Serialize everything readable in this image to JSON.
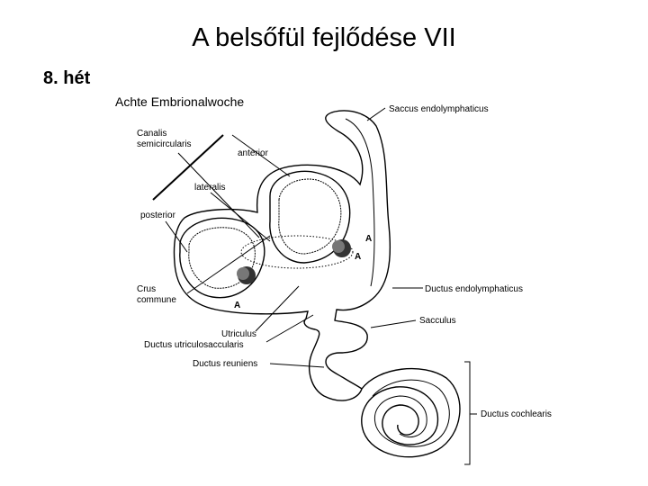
{
  "slide": {
    "title": "A belsőfül fejlődése VII",
    "week_label": "8. hét"
  },
  "figure": {
    "heading": "Achte Embrionalwoche",
    "labels": {
      "canalis": "Canalis",
      "semicircularis": "semicircularis",
      "anterior": "anterior",
      "lateralis": "lateralis",
      "posterior": "posterior",
      "crus": "Crus",
      "commune": "commune",
      "utriculus": "Utriculus",
      "ductus_utriculosaccularis": "Ductus utriculosaccularis",
      "ductus_reuniens": "Ductus reuniens",
      "saccus_endolymphaticus": "Saccus endolymphaticus",
      "ductus_endolymphaticus": "Ductus endolymphaticus",
      "sacculus": "Sacculus",
      "ductus_cochlearis": "Ductus cochlearis"
    },
    "ampulla_marks": [
      "A",
      "A",
      "A"
    ]
  }
}
